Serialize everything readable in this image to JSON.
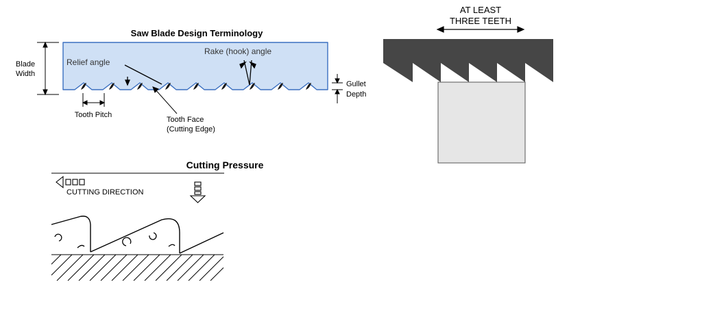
{
  "terminology": {
    "title": "Saw Blade Design Terminology",
    "blade_width": [
      "Blade",
      "Width"
    ],
    "relief_angle": "Relief angle",
    "rake_angle": "Rake (hook) angle",
    "gullet_depth": [
      "Gullet",
      "Depth"
    ],
    "tooth_pitch": "Tooth Pitch",
    "tooth_face": [
      "Tooth Face",
      "(Cutting Edge)"
    ],
    "colors": {
      "blade_fill": "#cfe0f5",
      "blade_stroke": "#3a6fc0",
      "ink": "#000000"
    }
  },
  "three_teeth": {
    "label": [
      "AT LEAST",
      "THREE TEETH"
    ],
    "colors": {
      "blade": "#464646",
      "workpiece": "#e6e6e6",
      "workpiece_stroke": "#555555"
    }
  },
  "pressure": {
    "title": "Cutting Pressure",
    "direction": "CUTTING DIRECTION"
  }
}
